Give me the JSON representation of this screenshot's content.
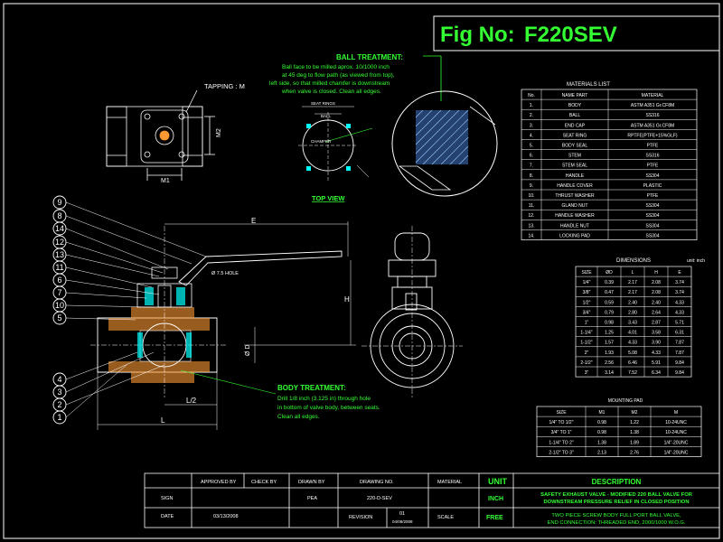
{
  "fig_label": "Fig No:",
  "fig_number": "F220SEV",
  "colors": {
    "background": "#000000",
    "line": "#ffffff",
    "accent": "#33ff33",
    "hatch": "#ff9933",
    "detail": "#00ffff",
    "hatch_ball": "#55aaff"
  },
  "ball_treatment": {
    "title": "BALL TREATMENT:",
    "lines": [
      "Ball face to be milled aprox. 10/1000 inch",
      "at 45 deg to flow path (as viewed from top),",
      "left side, so that milled chamfer is downstream",
      "when valve is closed.  Clean all edges."
    ]
  },
  "tapping_label": "TAPPING : M",
  "dim_m1": "M1",
  "dim_m2": "M2",
  "top_view": {
    "label": "TOP VIEW",
    "seat_rings": "SEAT RINGS",
    "ball": "BALL",
    "chamfer": "CHAMFER"
  },
  "hole_note": "Ø 7.5 HOLE",
  "dim_labels": {
    "E": "E",
    "H": "H",
    "D": "Ø D",
    "L2": "L/2",
    "L": "L"
  },
  "balloons": [
    "9",
    "8",
    "14",
    "12",
    "13",
    "11",
    "6",
    "7",
    "10",
    "5",
    "4",
    "3",
    "2",
    "1"
  ],
  "body_treatment": {
    "title": "BODY TREATMENT:",
    "lines": [
      "Drill 1/8 inch (3.125 in) through hole",
      "in bottom of valve body, between seats.",
      "Clean all edges."
    ]
  },
  "materials": {
    "title": "MATERIALS LIST",
    "headers": [
      "No.",
      "NAME PART",
      "MATERIAL"
    ],
    "rows": [
      [
        "1.",
        "BODY",
        "ASTM A351 Gr.CF8M"
      ],
      [
        "2.",
        "BALL",
        "SS316"
      ],
      [
        "3.",
        "END CAP",
        "ASTM A351 Gr.CF8M"
      ],
      [
        "4.",
        "SEAT RING",
        "RPTFE(PTFE+15%GLF)"
      ],
      [
        "5.",
        "BODY SEAL",
        "PTFE"
      ],
      [
        "6.",
        "STEM",
        "SS316"
      ],
      [
        "7.",
        "STEM SEAL",
        "PTFE"
      ],
      [
        "8.",
        "HANDLE",
        "SS304"
      ],
      [
        "9.",
        "HANDLE COVER",
        "PLASTIC"
      ],
      [
        "10.",
        "THRUST WASHER",
        "PTFE"
      ],
      [
        "11.",
        "GLAND NUT",
        "SS304"
      ],
      [
        "12.",
        "HANDLE WASHER",
        "SS304"
      ],
      [
        "13.",
        "HANDLE NUT",
        "SS304"
      ],
      [
        "14.",
        "LOCKING PAD",
        "SS304"
      ]
    ]
  },
  "dimensions": {
    "title": "DIMENSIONS",
    "unit_note": "unit: inch",
    "headers": [
      "SIZE",
      "ØD",
      "L",
      "H",
      "E"
    ],
    "rows": [
      [
        "1/4\"",
        "0.39",
        "2.17",
        "2.08",
        "3.74"
      ],
      [
        "3/8\"",
        "0.47",
        "2.17",
        "2.08",
        "3.74"
      ],
      [
        "1/2\"",
        "0.59",
        "2.40",
        "2.40",
        "4.33"
      ],
      [
        "3/4\"",
        "0.79",
        "2.80",
        "2.64",
        "4.33"
      ],
      [
        "1\"",
        "0.98",
        "3.43",
        "2.87",
        "5.71"
      ],
      [
        "1-1/4\"",
        "1.25",
        "4.01",
        "3.58",
        "6.31"
      ],
      [
        "1-1/2\"",
        "1.57",
        "4.33",
        "3.90",
        "7.87"
      ],
      [
        "2\"",
        "1.93",
        "5.08",
        "4.33",
        "7.87"
      ],
      [
        "2-1/2\"",
        "2.56",
        "6.46",
        "5.91",
        "9.84"
      ],
      [
        "3\"",
        "3.14",
        "7.52",
        "6.34",
        "9.84"
      ]
    ]
  },
  "mounting_pad": {
    "title": "MOUNTING PAD",
    "headers": [
      "SIZE",
      "M1",
      "M2",
      "M"
    ],
    "rows": [
      [
        "1/4\" TO 1/2\"",
        "0.98",
        "1.22",
        "10-24UNC"
      ],
      [
        "3/4\" TO 1\"",
        "0.98",
        "1.38",
        "10-24UNC"
      ],
      [
        "1-1/4\" TO 2\"",
        "1.38",
        "1.89",
        "1/4\"-20UNC"
      ],
      [
        "2-1/2\" TO 3\"",
        "2.13",
        "2.76",
        "1/4\"-20UNC"
      ]
    ]
  },
  "title_block": {
    "approved_by": "APPROVED BY",
    "check_by": "CHECK BY",
    "drawn_by": "DRAWN BY",
    "drawing_no": "DRAWING NO.",
    "material": "MATERIAL",
    "unit": "UNIT",
    "description": "DESCRIPTION",
    "sign": "SIGN",
    "drawn_name": "PEA",
    "drawing_number": "220-D-SEV",
    "unit_value": "INCH",
    "date_label": "DATE",
    "date_value": "03/13/2008",
    "revision_label": "REVISION",
    "revision_value": "01",
    "revision_date": "04/09/2008",
    "scale_label": "SCALE",
    "scale_value": "FREE",
    "desc_line1": "SAFETY EXHAUST VALVE - MODIFIED 220 BALL VALVE FOR",
    "desc_line2": "DOWNSTREAM PRESSURE RELIEF IN CLOSED POSITION",
    "desc_line3": "TWO PIECE SCREW BODY FULL PORT BALL VALVE,",
    "desc_line4": "END CONNECTION: THREADED END, 2000/1000 W.O.G."
  }
}
